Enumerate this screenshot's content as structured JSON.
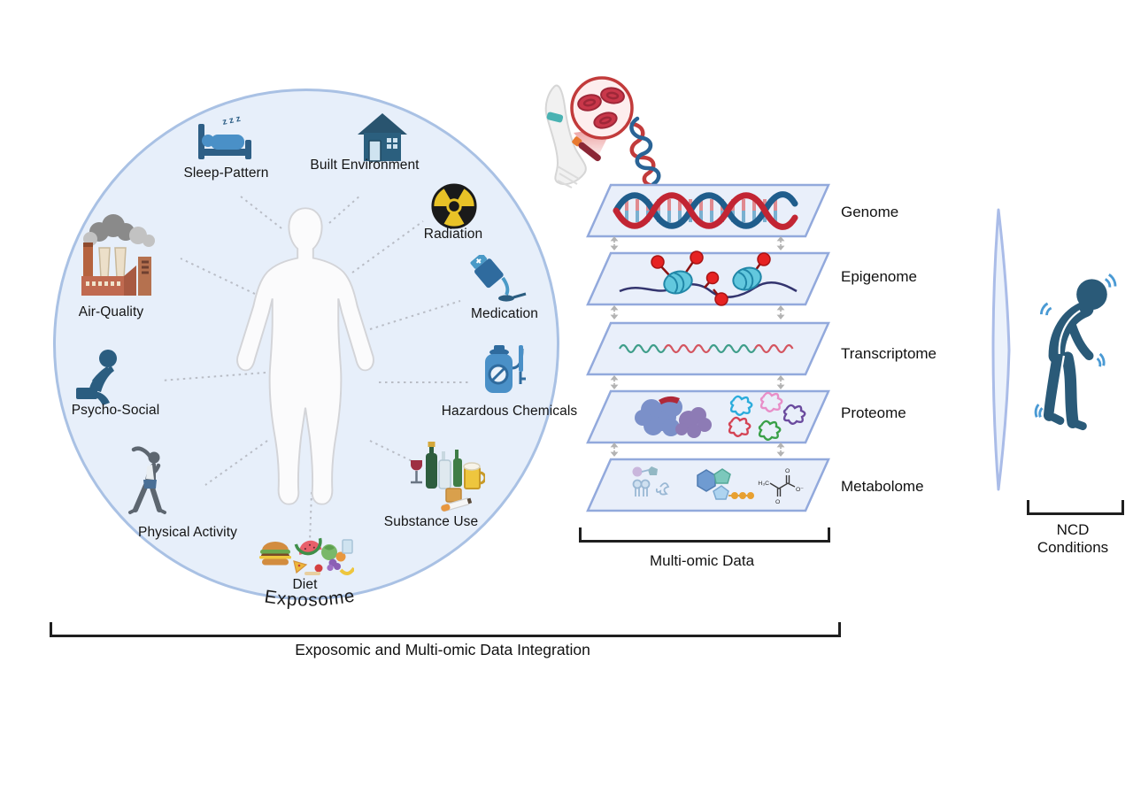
{
  "diagram": {
    "title": "Exposomic and Multi-omic Data Integration",
    "exposome": {
      "label": "Exposome",
      "sleep_zs": "z z z",
      "factors": [
        {
          "label": "Sleep-Pattern",
          "icon": "bed-sleep-icon"
        },
        {
          "label": "Built Environment",
          "icon": "house-icon"
        },
        {
          "label": "Radiation",
          "icon": "radiation-trefoil-icon"
        },
        {
          "label": "Medication",
          "icon": "medicine-bottle-spoon-icon"
        },
        {
          "label": "Hazardous Chemicals",
          "icon": "pesticide-sprayer-icon"
        },
        {
          "label": "Substance Use",
          "icon": "alcohol-cigarette-icon"
        },
        {
          "label": "Diet",
          "icon": "food-icon"
        },
        {
          "label": "Physical Activity",
          "icon": "stretching-person-icon"
        },
        {
          "label": "Psycho-Social",
          "icon": "stressed-person-icon"
        },
        {
          "label": "Air-Quality",
          "icon": "factory-smoke-icon"
        }
      ]
    },
    "multiomic": {
      "bracket_label": "Multi-omic Data",
      "layers": [
        {
          "label": "Genome",
          "icon": "dna-helix-icon"
        },
        {
          "label": "Epigenome",
          "icon": "nucleosome-methylation-icon"
        },
        {
          "label": "Transcriptome",
          "icon": "rna-wave-icon"
        },
        {
          "label": "Proteome",
          "icon": "protein-structures-icon"
        },
        {
          "label": "Metabolome",
          "icon": "metabolites-icon"
        }
      ],
      "formula": {
        "ch3": "H₃C",
        "o_top": "O",
        "o_bottom": "O",
        "o_minus": "O⁻"
      }
    },
    "sample": {
      "icon": "blood-draw-dna-icon"
    },
    "outcome": {
      "bracket_label": "NCD Conditions",
      "icon": "tremor-patient-icon"
    }
  },
  "colors": {
    "circle_fill": "#e7effa",
    "circle_stroke": "#a9c1e4",
    "layer_fill": "#e9effa",
    "layer_stroke": "#92a9dc",
    "dark_teal": "#2b5d80",
    "mid_blue": "#4a90c7",
    "dna_red": "#c22533",
    "dna_blue": "#1f5d8c",
    "radiation_yellow": "#e8c227",
    "methyl_red": "#e62222",
    "bracket": "#1f1f1f"
  }
}
